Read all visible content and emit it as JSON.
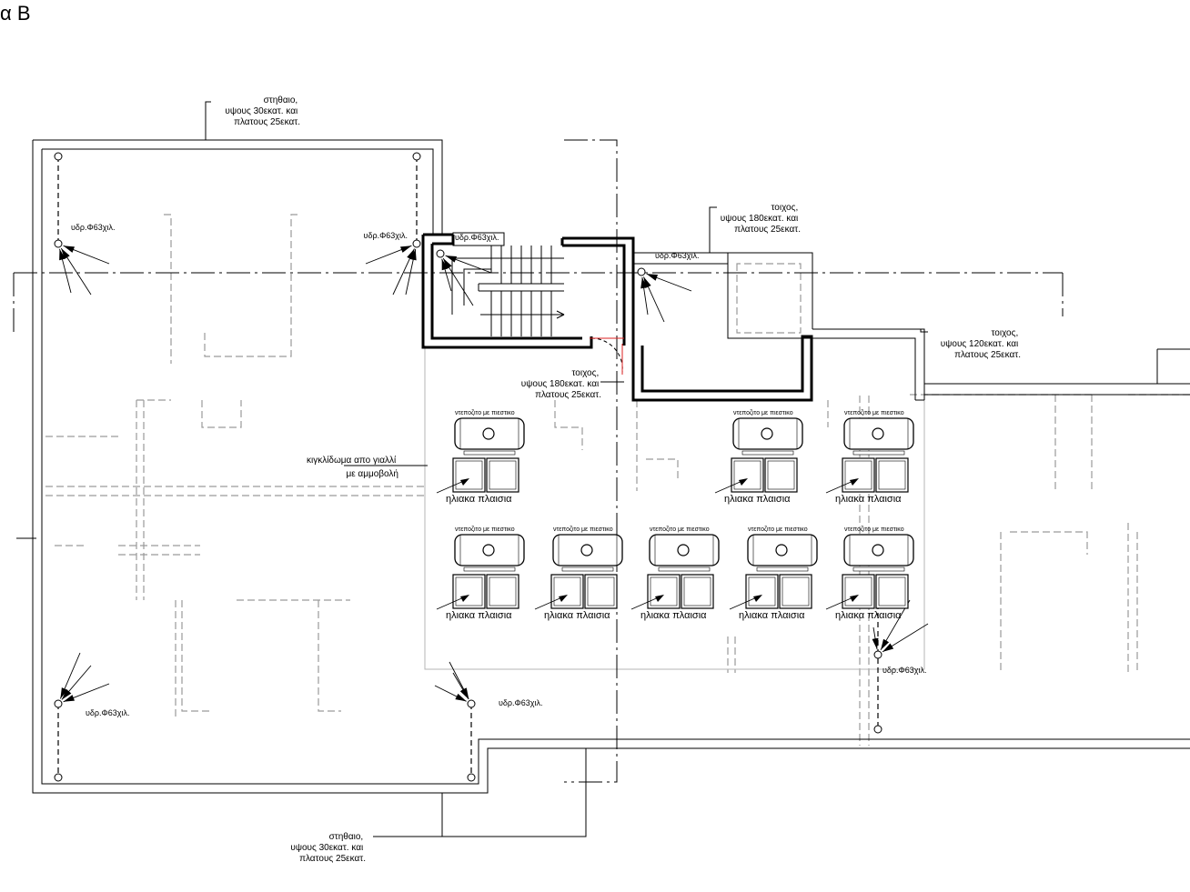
{
  "page": {
    "corner_label": "α Β"
  },
  "labels": {
    "parapet_top": [
      "στηθαιο,",
      "υψους 30εκατ. και",
      "πλατους 25εκατ."
    ],
    "parapet_bottom": [
      "στηθαιο,",
      "υψους 30εκατ. και",
      "πλατους 25εκατ."
    ],
    "wall_180_top": [
      "τοιχος,",
      "υψους 180εκατ. και",
      "πλατους 25εκατ."
    ],
    "wall_180_stair": [
      "τοιχος,",
      "υψους 180εκατ. και",
      "πλατους 25εκατ."
    ],
    "wall_120": [
      "τοιχος,",
      "υψους 120εκατ. και",
      "πλατους 25εκατ."
    ],
    "glass_railing": [
      "κιγκλίδωμα απο γιαλλί",
      "με αμμοβολή"
    ]
  },
  "drains": {
    "label": "υδρ.Φ63χιλ.",
    "positions_named": [
      "top-left",
      "top-middle",
      "stair",
      "terrace-right",
      "bottom-left",
      "bottom-middle",
      "right-lower"
    ]
  },
  "equipment": {
    "tank_label": "ντεποζιτο με πιεστικο",
    "panel_label": "ηλιακα πλαισια",
    "row1_count": 3,
    "row2_count": 5
  },
  "icons": [
    "drain-icon",
    "slope-arrow-icon",
    "stair-arrow-icon"
  ]
}
